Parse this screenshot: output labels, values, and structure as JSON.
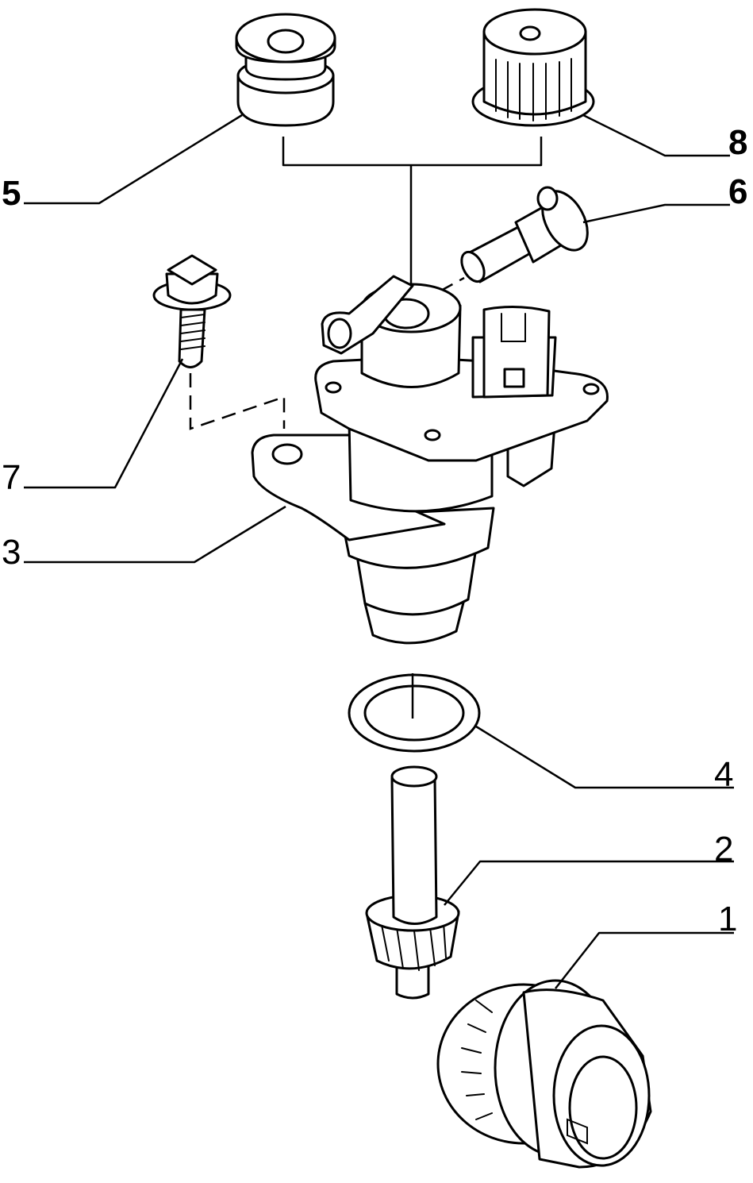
{
  "diagram": {
    "callouts": [
      {
        "number": "1",
        "part": "drive-gear"
      },
      {
        "number": "2",
        "part": "pinion-shaft"
      },
      {
        "number": "3",
        "part": "sensor-housing"
      },
      {
        "number": "4",
        "part": "o-ring"
      },
      {
        "number": "5",
        "part": "grommet"
      },
      {
        "number": "6",
        "part": "pin"
      },
      {
        "number": "7",
        "part": "bolt"
      },
      {
        "number": "8",
        "part": "cap"
      }
    ]
  }
}
